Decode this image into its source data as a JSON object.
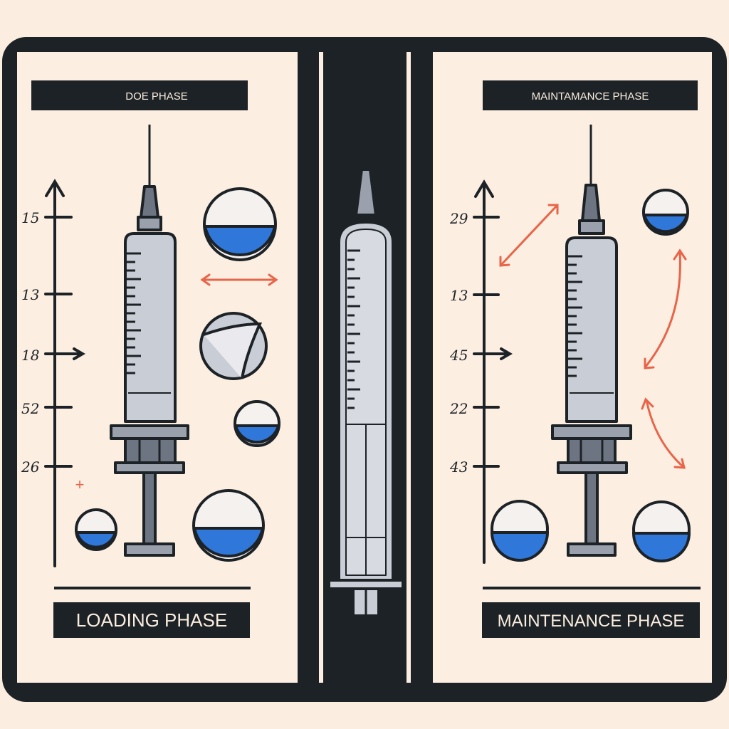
{
  "colors": {
    "background": "#fbeee0",
    "frame": "#1d2226",
    "panel": "#fcefe2",
    "syringe_barrel": "#c9cdd6",
    "syringe_dark": "#6e7582",
    "liquid_blue": "#2f77d8",
    "arrow_red": "#e8654a"
  },
  "left_panel": {
    "header": "DOE PHASE",
    "footer": "LOADING PHASE",
    "axis_ticks": [
      "15",
      "13",
      "18",
      "52",
      "26"
    ],
    "plus_mark": "+"
  },
  "right_panel": {
    "header": "MAINTAMANCE PHASE",
    "footer": "MAINTENANCE PHASE",
    "axis_ticks": [
      "29",
      "13",
      "45",
      "22",
      "43"
    ]
  },
  "icons": [
    "left-syringe-icon",
    "center-syringe-icon",
    "right-syringe-icon",
    "dose-circle-icon",
    "double-arrow-icon",
    "axis-up-arrow-icon"
  ]
}
